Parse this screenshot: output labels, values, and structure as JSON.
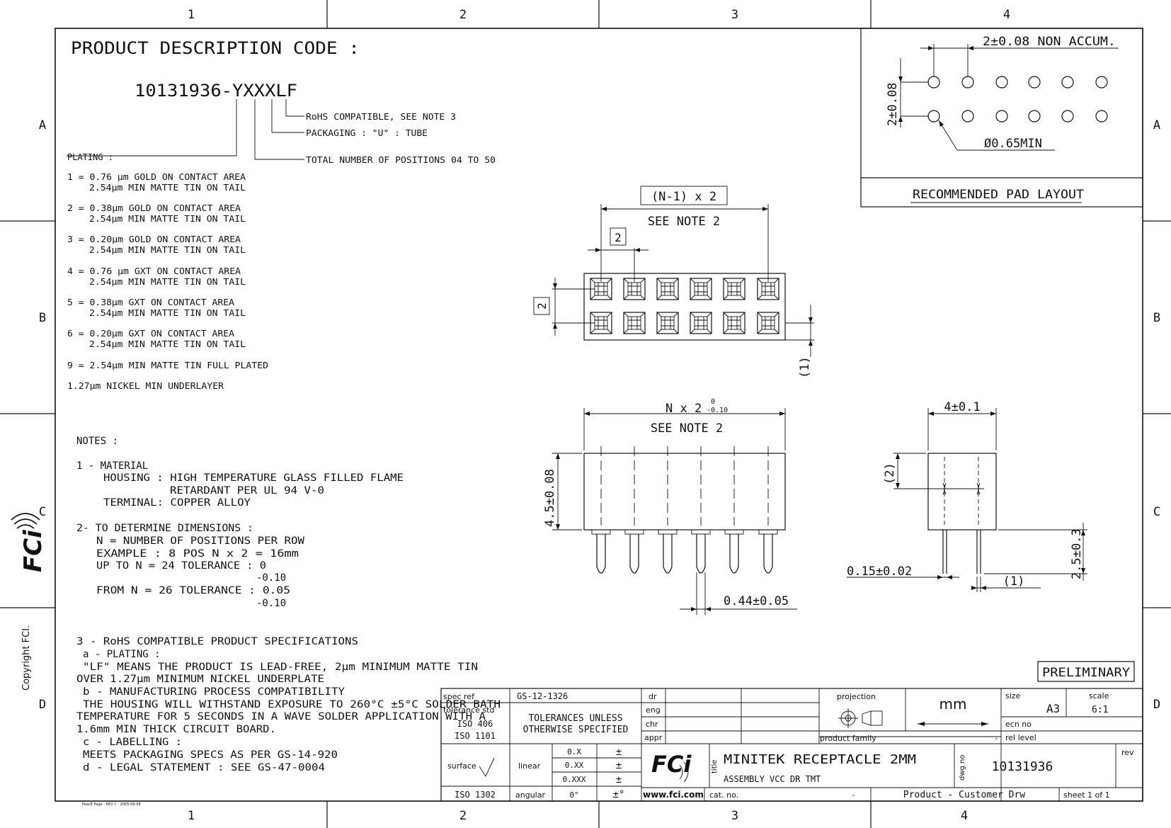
{
  "zones": {
    "cols": [
      "1",
      "2",
      "3",
      "4"
    ],
    "rows": [
      "A",
      "B",
      "C",
      "D"
    ]
  },
  "pdc": {
    "title": "PRODUCT DESCRIPTION CODE :",
    "code": "10131936-YXXXLF",
    "rohs": "RoHS COMPATIBLE, SEE NOTE 3",
    "packaging": "PACKAGING : \"U\" : TUBE",
    "plating_label": "PLATING :",
    "positions": "TOTAL NUMBER OF POSITIONS 04 TO 50"
  },
  "plating": [
    {
      "l1": "1 = 0.76 µm GOLD ON CONTACT AREA",
      "l2": "2.54µm MIN MATTE TIN ON TAIL"
    },
    {
      "l1": "2 = 0.38µm GOLD ON CONTACT AREA",
      "l2": "2.54µm MIN MATTE TIN ON TAIL"
    },
    {
      "l1": "3 = 0.20µm GOLD ON CONTACT AREA",
      "l2": "2.54µm MIN MATTE TIN ON TAIL"
    },
    {
      "l1": "4 = 0.76 µm GXT ON CONTACT AREA",
      "l2": "2.54µm MIN MATTE TIN ON TAIL"
    },
    {
      "l1": "5 = 0.38µm GXT ON CONTACT AREA",
      "l2": "2.54µm MIN MATTE TIN ON TAIL"
    },
    {
      "l1": "6 = 0.20µm GXT ON CONTACT AREA",
      "l2": "2.54µm MIN MATTE TIN ON TAIL"
    }
  ],
  "plating9": "9 = 2.54µm MIN MATTE TIN FULL PLATED",
  "nickel": "1.27µm NICKEL MIN UNDERLAYER",
  "notes": {
    "title": "NOTES :",
    "lines": [
      "1 - MATERIAL",
      "HOUSING : HIGH TEMPERATURE GLASS FILLED FLAME",
      "RETARDANT PER UL 94 V-0",
      "TERMINAL: COPPER ALLOY",
      "2- TO DETERMINE DIMENSIONS :",
      "N = NUMBER OF POSITIONS PER ROW",
      "EXAMPLE : 8 POS    N x 2 = 16mm",
      "UP TO N = 24 TOLERANCE : 0",
      "-0.10",
      "FROM  N = 26 TOLERANCE : 0.05",
      "-0.10",
      "3 - RoHS COMPATIBLE PRODUCT SPECIFICATIONS",
      "a - PLATING :",
      "\"LF\"  MEANS THE PRODUCT IS LEAD-FREE, 2µm MINIMUM MATTE TIN",
      "OVER 1.27µm MINIMUM NICKEL UNDERPLATE",
      "b - MANUFACTURING PROCESS COMPATIBILITY",
      "THE HOUSING WILL WITHSTAND EXPOSURE  TO 260°C ±5°C SOLDER BATH",
      "TEMPERATURE FOR 5 SECONDS IN A WAVE SOLDER APPLICATION WITH A",
      "1.6mm MIN THICK CIRCUIT BOARD.",
      "c - LABELLING :",
      "MEETS PACKAGING SPECS AS PER GS-14-920",
      "d - LEGAL STATEMENT : SEE GS-47-0004"
    ]
  },
  "pad": {
    "pitch": "2±0.08 NON ACCUM.",
    "row_pitch": "2±0.08",
    "hole": "Ø0.65MIN",
    "caption": "RECOMMENDED PAD LAYOUT"
  },
  "dims": {
    "n1x2": "(N-1) x 2",
    "see_note_2": "SEE NOTE 2",
    "box2": "2",
    "box2b": "2",
    "paren1": "(1)",
    "nx2": "N x 2",
    "nx2_tol_upper": "0",
    "nx2_tol_lower": "-0.10",
    "see_note_2b": "SEE NOTE 2",
    "height": "4.5±0.08",
    "pin": "0.44±0.05",
    "width": "4±0.1",
    "paren2": "(2)",
    "tail": "0.15±0.02",
    "paren1b": "(1)",
    "tail_len": "2.5±0.3"
  },
  "preliminary": "PRELIMINARY",
  "copyright": "Copyright FCI.",
  "tb": {
    "spec_ref_label": "spec ref",
    "spec_ref": "GS-12-1326",
    "tol_std": "tolerance std",
    "iso406": "ISO 406",
    "iso1101": "ISO 1101",
    "tol_unless": "TOLERANCES UNLESS",
    "otherwise": "OTHERWISE SPECIFIED",
    "surface": "surface",
    "iso1302": "ISO 1302",
    "linear": "linear",
    "angular": "angular",
    "x1": "0.X",
    "x2": "0.XX",
    "x3": "0.XXX",
    "deg": "0°",
    "pm": "±",
    "pmdeg": "±°",
    "dr": "dr",
    "eng": "eng",
    "chr": "chr",
    "appr": "appr",
    "projection": "projection",
    "units": "mm",
    "product_family": "product family",
    "dash": "-",
    "size_label": "size",
    "size": "A3",
    "scale_label": "scale",
    "scale": "6:1",
    "ecn": "ecn no",
    "rel": "rel level",
    "logo": "FCi",
    "website": "www.fci.com",
    "title_label": "title",
    "title1": "MINITEK RECEPTACLE 2MM",
    "title2": "ASSEMBLY VCC DR TMT",
    "dwg_label": "dwg no",
    "dwg": "10131936",
    "rev": "rev",
    "cat": "cat. no.",
    "dash2": "-",
    "product_cust": "Product - Customer Drw",
    "sheet": "sheet 1 of 1"
  },
  "footer_small": "PeacE Page - REV C - 2005-06-08"
}
